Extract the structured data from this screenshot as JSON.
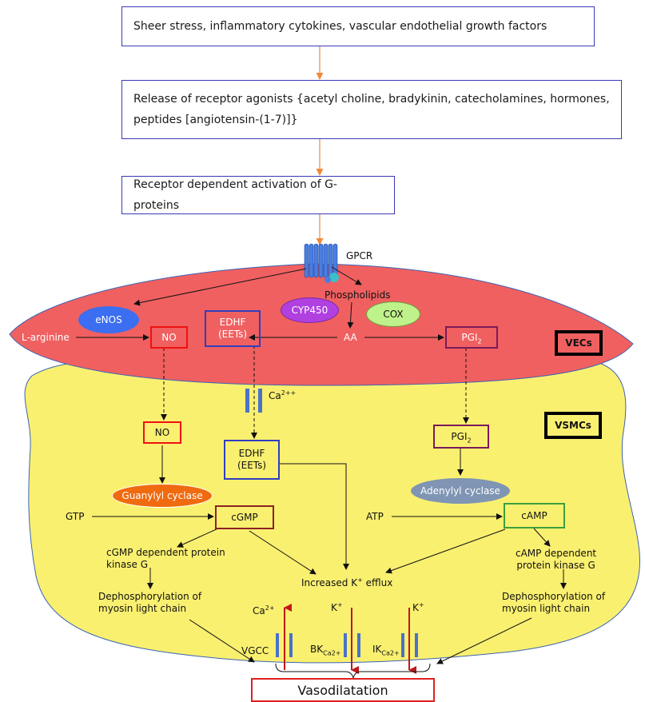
{
  "stimulus": "Sheer stress, inflammatory cytokines, vascular endothelial growth factors",
  "agonists_line1": "Release of receptor agonists {acetyl choline, bradykinin, catecholamines, hormones,",
  "agonists_line2": "peptides [angiotensin-(1-7)]}",
  "gprotein": "Receptor dependent activation of G-proteins",
  "vec": {
    "gpcr": "GPCR",
    "phospholipids": "Phospholipids",
    "cyp450": "CYP450",
    "cox": "COX",
    "enos": "eNOS",
    "l_arginine": "L-arginine",
    "no": "NO",
    "edhf_line1": "EDHF",
    "edhf_line2": "(EETs)",
    "aa": "AA",
    "pgi": "PGI",
    "pgi_sub": "2",
    "tag": "VECs"
  },
  "vsmc": {
    "tag": "VSMCs",
    "ca_channel": "Ca",
    "ca_channel_sup": "2++",
    "no": "NO",
    "edhf_line1": "EDHF",
    "edhf_line2": "(EETs)",
    "pgi": "PGI",
    "pgi_sub": "2",
    "guanylyl": "Guanylyl cyclase",
    "adenylyl": "Adenylyl cyclase",
    "gtp": "GTP",
    "cgmp": "cGMP",
    "atp": "ATP",
    "camp": "cAMP",
    "pkg_line1": "cGMP dependent protein",
    "pkg_line2": "kinase G",
    "pka_line1": "cAMP dependent",
    "pka_line2": "protein kinase G",
    "k_efflux_pre": "Increased K",
    "k_efflux_sup": "+",
    "k_efflux_post": " efflux",
    "deph_left_line1": "Dephosphorylation of",
    "deph_left_line2": "myosin light chain",
    "deph_right_line1": "Dephosphorylation of",
    "deph_right_line2": "myosin light chain",
    "ca_ion": "Ca",
    "ca_ion_sup": "2+",
    "k_ion_1": "K",
    "k_ion_1_sup": "+",
    "k_ion_2": "K",
    "k_ion_2_sup": "+",
    "vgcc": "VGCC",
    "bk": "BK",
    "bk_sub": "Ca2+",
    "ik": "IK",
    "ik_sub": "Ca2+"
  },
  "outcome": "Vasodilatation",
  "colors": {
    "vec_fill": "#f06060",
    "vsmc_fill": "#faf070",
    "orange_arrow": "#f08a3c",
    "channel_blue": "#4a72c8",
    "ion_arrow_red": "#c01818",
    "enos_blue": "#3b6ef0",
    "cyp_purple": "#b040e0",
    "cox_green": "#bff28a",
    "guanylyl_orange": "#f06a10",
    "adenylyl_gray": "#7f95b3"
  }
}
